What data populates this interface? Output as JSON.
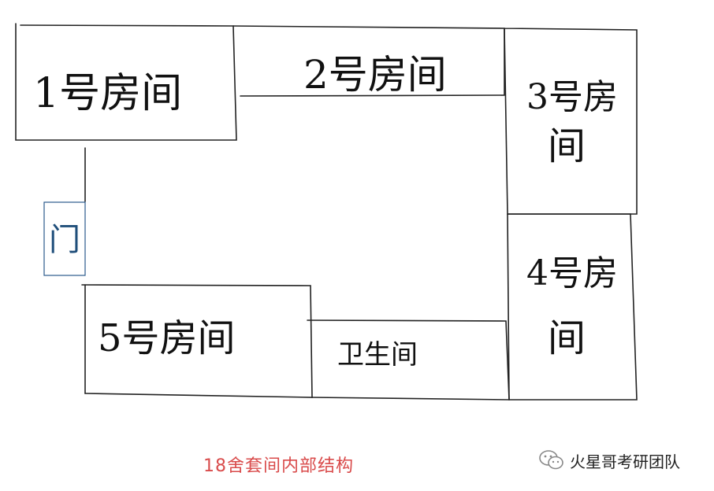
{
  "rooms": {
    "room1": "1号房间",
    "room2": "2号房间",
    "room3_line1": "3号房",
    "room3_line2": "间",
    "room4_line1": "4号房",
    "room4_line2": "间",
    "room5": "5号房间",
    "bathroom": "卫生间",
    "door": "门"
  },
  "caption": "18舍套间内部结构",
  "watermark": {
    "text": "火星哥考研团队",
    "icon": "wechat-icon"
  },
  "colors": {
    "ink": "#222222",
    "door": "#2b5a8c",
    "caption": "#d94b4b"
  }
}
